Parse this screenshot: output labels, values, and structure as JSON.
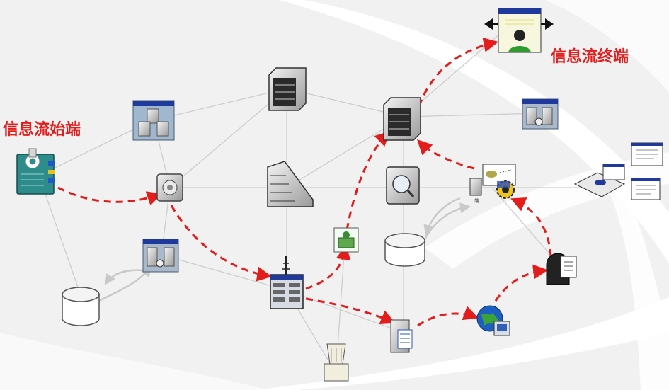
{
  "labels": {
    "source": "信息流始端",
    "terminal": "信息流终端"
  },
  "colors": {
    "flow_arrow": "#e31c1c",
    "connection_line": "#c8c8c8",
    "background": "#f1f1f1"
  },
  "nodes": [
    {
      "id": "source-device",
      "icon": "circuit-board-gear-icon"
    },
    {
      "id": "server-cluster",
      "icon": "server-cluster-window-icon"
    },
    {
      "id": "switch-box",
      "icon": "switch-icon"
    },
    {
      "id": "admin-console",
      "icon": "admin-servers-window-icon"
    },
    {
      "id": "database-left",
      "icon": "database-cylinder-icon"
    },
    {
      "id": "rack-server-top",
      "icon": "rack-server-icon"
    },
    {
      "id": "firewall-center",
      "icon": "firewall-icon"
    },
    {
      "id": "mainframe-hub",
      "icon": "mainframe-tower-icon"
    },
    {
      "id": "smart-card-reader",
      "icon": "card-reader-icon"
    },
    {
      "id": "antenna-host",
      "icon": "antenna-host-icon"
    },
    {
      "id": "rack-server-right",
      "icon": "rack-server-icon"
    },
    {
      "id": "scanner-device",
      "icon": "magnifier-device-icon"
    },
    {
      "id": "database-right",
      "icon": "database-cylinder-icon"
    },
    {
      "id": "file-server",
      "icon": "file-server-icon"
    },
    {
      "id": "globe-server",
      "icon": "globe-internet-icon"
    },
    {
      "id": "tunnel-gateway",
      "icon": "tunnel-document-icon"
    },
    {
      "id": "integration-hub",
      "icon": "gear-chart-hub-icon"
    },
    {
      "id": "admin-console-right",
      "icon": "admin-servers-window-icon"
    },
    {
      "id": "document-tray",
      "icon": "document-tray-icon"
    },
    {
      "id": "user-terminal",
      "icon": "user-window-arrows-icon"
    },
    {
      "id": "tool-base",
      "icon": "tool-stand-icon"
    }
  ]
}
